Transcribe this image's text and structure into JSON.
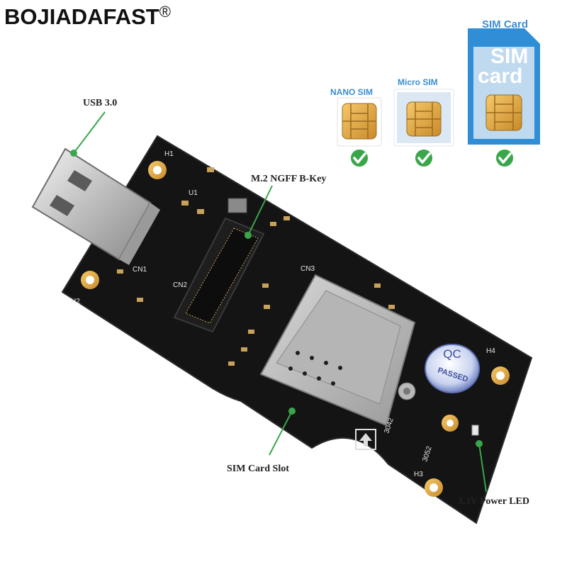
{
  "brand": {
    "name": "BOJIADAFAST",
    "mark": "®"
  },
  "sim_cards": {
    "nano": "NANO SIM",
    "micro": "Micro SIM",
    "standard_title": "SIM Card",
    "standard_line1": "SIM",
    "standard_line2": "card"
  },
  "callouts": {
    "usb": "USB 3.0",
    "m2": "M.2 NGFF B-Key",
    "sim_slot": "SIM Card Slot",
    "led": "3.3V Power LED"
  },
  "board_labels": {
    "h1": "H1",
    "h2": "H2",
    "h3": "H3",
    "h4": "H4",
    "cn1": "CN1",
    "cn2": "CN2",
    "cn3": "CN3",
    "u1": "U1",
    "size_3042": "3042",
    "size_3052": "3052"
  },
  "qc_sticker": {
    "line1": "QC",
    "line2": "PASSED"
  },
  "colors": {
    "accent_green": "#3aa64a",
    "board": "#141414",
    "sim_blue": "#3a8fd0",
    "gold": "#d9a13a"
  }
}
